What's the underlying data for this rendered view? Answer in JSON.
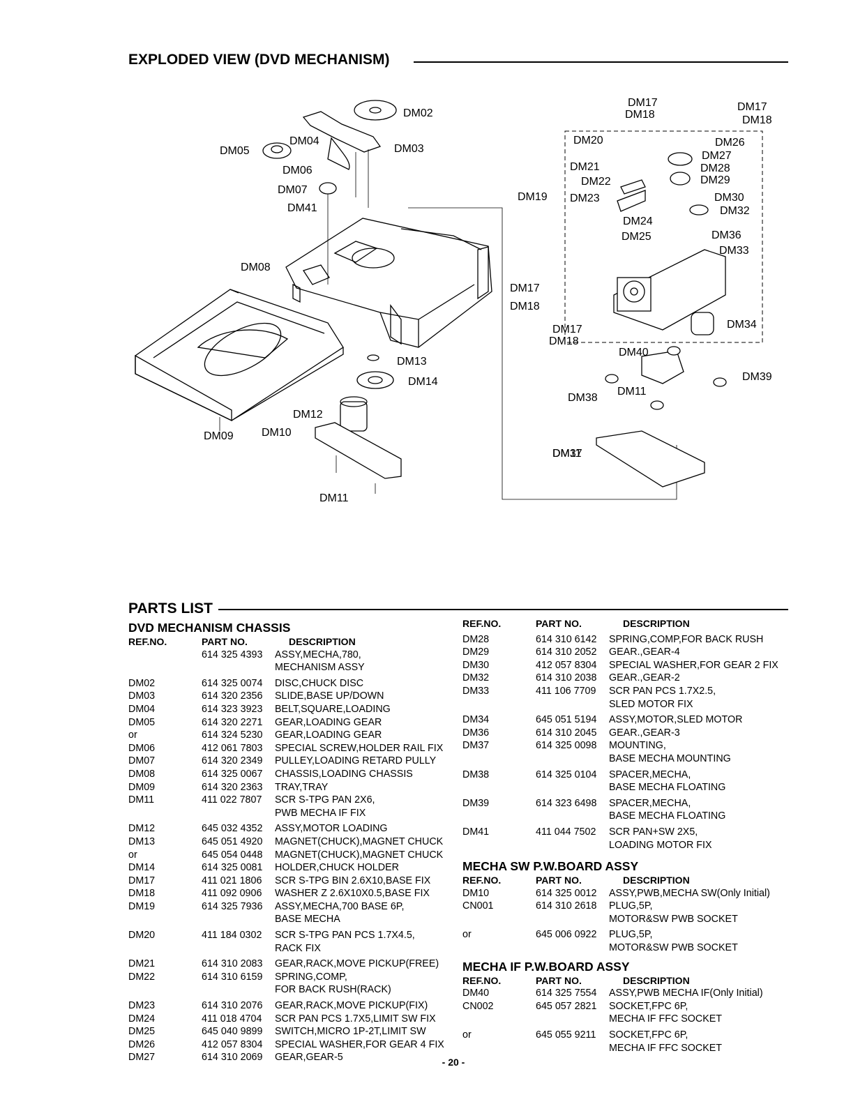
{
  "exploded_title": "EXPLODED  VIEW (DVD MECHANISM)",
  "diagram_labels": [
    "DM02",
    "DM03",
    "DM04",
    "DM05",
    "DM06",
    "DM07",
    "DM41",
    "DM08",
    "DM09",
    "DM10",
    "DM11",
    "DM12",
    "DM13",
    "DM14",
    "DM11",
    "DM17",
    "DM18",
    "DM17",
    "DM18",
    "DM20",
    "DM21",
    "DM22",
    "DM23",
    "DM19",
    "DM24",
    "DM25",
    "DM26",
    "DM27",
    "DM28",
    "DM29",
    "DM30",
    "DM32",
    "DM36",
    "DM33",
    "DM17",
    "DM18",
    "DM17",
    "DM18",
    "DM34",
    "DM40",
    "DM39",
    "DM11",
    "DM38",
    "DM37"
  ],
  "parts_title": "PARTS LIST",
  "chassis_title": "DVD MECHANISM CHASSIS",
  "headers": {
    "ref": "REF.NO.",
    "part": "PART  NO.",
    "desc": "DESCRIPTION"
  },
  "chassis_rows": [
    [
      "",
      "614 325 4393",
      "ASSY,MECHA,780,"
    ],
    [
      "",
      "",
      "MECHANISM ASSY"
    ],
    [
      "DM02",
      "614 325 0074",
      "DISC,CHUCK DISC"
    ],
    [
      "DM03",
      "614 320 2356",
      "SLIDE,BASE UP/DOWN"
    ],
    [
      "DM04",
      "614 323 3923",
      "BELT,SQUARE,LOADING"
    ],
    [
      "DM05",
      "614 320 2271",
      "GEAR,LOADING GEAR"
    ],
    [
      "or",
      "614 324 5230",
      "GEAR,LOADING GEAR"
    ],
    [
      "DM06",
      "412 061 7803",
      "SPECIAL SCREW,HOLDER RAIL FIX"
    ],
    [
      "DM07",
      "614 320 2349",
      "PULLEY,LOADING RETARD PULLY"
    ],
    [
      "DM08",
      "614 325 0067",
      "CHASSIS,LOADING CHASSIS"
    ],
    [
      "DM09",
      "614 320 2363",
      "TRAY,TRAY"
    ],
    [
      "DM11",
      "411 022 7807",
      "SCR S-TPG PAN 2X6,"
    ],
    [
      "",
      "",
      "PWB MECHA IF FIX"
    ],
    [
      "DM12",
      "645 032 4352",
      "ASSY,MOTOR LOADING"
    ],
    [
      "DM13",
      "645 051 4920",
      "MAGNET(CHUCK),MAGNET CHUCK"
    ],
    [
      "or",
      "645 054 0448",
      "MAGNET(CHUCK),MAGNET CHUCK"
    ],
    [
      "DM14",
      "614 325 0081",
      "HOLDER,CHUCK HOLDER"
    ],
    [
      "DM17",
      "411 021 1806",
      "SCR S-TPG BIN 2.6X10,BASE FIX"
    ],
    [
      "DM18",
      "411 092 0906",
      "WASHER Z 2.6X10X0.5,BASE FIX"
    ],
    [
      "DM19",
      "614 325 7936",
      "ASSY,MECHA,700 BASE 6P,"
    ],
    [
      "",
      "",
      "BASE MECHA"
    ],
    [
      "DM20",
      "411 184 0302",
      "SCR S-TPG PAN PCS 1.7X4.5,"
    ],
    [
      "",
      "",
      "RACK FIX"
    ],
    [
      "DM21",
      "614 310 2083",
      "GEAR,RACK,MOVE PICKUP(FREE)"
    ],
    [
      "DM22",
      "614 310 6159",
      "SPRING,COMP,"
    ],
    [
      "",
      "",
      "FOR BACK RUSH(RACK)"
    ],
    [
      "DM23",
      "614 310 2076",
      "GEAR,RACK,MOVE PICKUP(FIX)"
    ],
    [
      "DM24",
      "411 018 4704",
      "SCR PAN PCS 1.7X5,LIMIT SW FIX"
    ],
    [
      "DM25",
      "645 040 9899",
      "SWITCH,MICRO 1P-2T,LIMIT SW"
    ],
    [
      "DM26",
      "412 057 8304",
      "SPECIAL WASHER,FOR GEAR 4 FIX"
    ],
    [
      "DM27",
      "614 310 2069",
      "GEAR,GEAR-5"
    ]
  ],
  "right_rows": [
    [
      "DM28",
      "614 310 6142",
      "SPRING,COMP,FOR BACK RUSH"
    ],
    [
      "DM29",
      "614 310 2052",
      "GEAR.,GEAR-4"
    ],
    [
      "DM30",
      "412 057 8304",
      "SPECIAL WASHER,FOR GEAR 2 FIX"
    ],
    [
      "DM32",
      "614 310 2038",
      "GEAR.,GEAR-2"
    ],
    [
      "DM33",
      "411 106 7709",
      "SCR PAN PCS 1.7X2.5,"
    ],
    [
      "",
      "",
      "SLED MOTOR FIX"
    ],
    [
      "DM34",
      "645 051 5194",
      "ASSY,MOTOR,SLED MOTOR"
    ],
    [
      "DM36",
      "614 310 2045",
      "GEAR.,GEAR-3"
    ],
    [
      "DM37",
      "614 325 0098",
      "MOUNTING,"
    ],
    [
      "",
      "",
      "BASE MECHA MOUNTING"
    ],
    [
      "DM38",
      "614 325 0104",
      "SPACER,MECHA,"
    ],
    [
      "",
      "",
      "BASE MECHA FLOATING"
    ],
    [
      "DM39",
      "614 323 6498",
      "SPACER,MECHA,"
    ],
    [
      "",
      "",
      "BASE MECHA FLOATING"
    ],
    [
      "DM41",
      "411 044 7502",
      "SCR PAN+SW 2X5,"
    ],
    [
      "",
      "",
      "LOADING MOTOR FIX"
    ]
  ],
  "mecha_sw_title": "MECHA SW P.W.BOARD ASSY",
  "mecha_sw_rows": [
    [
      "DM10",
      "614 325 0012",
      "ASSY,PWB,MECHA SW(Only Initial)"
    ],
    [
      "CN001",
      "614 310 2618",
      "PLUG,5P,"
    ],
    [
      "",
      "",
      "MOTOR&SW PWB SOCKET"
    ],
    [
      "or",
      "645 006 0922",
      "PLUG,5P,"
    ],
    [
      "",
      "",
      "MOTOR&SW PWB SOCKET"
    ]
  ],
  "mecha_if_title": "MECHA IF P.W.BOARD ASSY",
  "mecha_if_rows": [
    [
      "DM40",
      "614 325 7554",
      "ASSY,PWB MECHA IF(Only Initial)"
    ],
    [
      "CN002",
      "645 057 2821",
      "SOCKET,FPC 6P,"
    ],
    [
      "",
      "",
      "MECHA IF FFC SOCKET"
    ],
    [
      "or",
      "645 055 9211",
      "SOCKET,FPC 6P,"
    ],
    [
      "",
      "",
      "MECHA IF FFC SOCKET"
    ]
  ],
  "page_number": "-  20  -"
}
